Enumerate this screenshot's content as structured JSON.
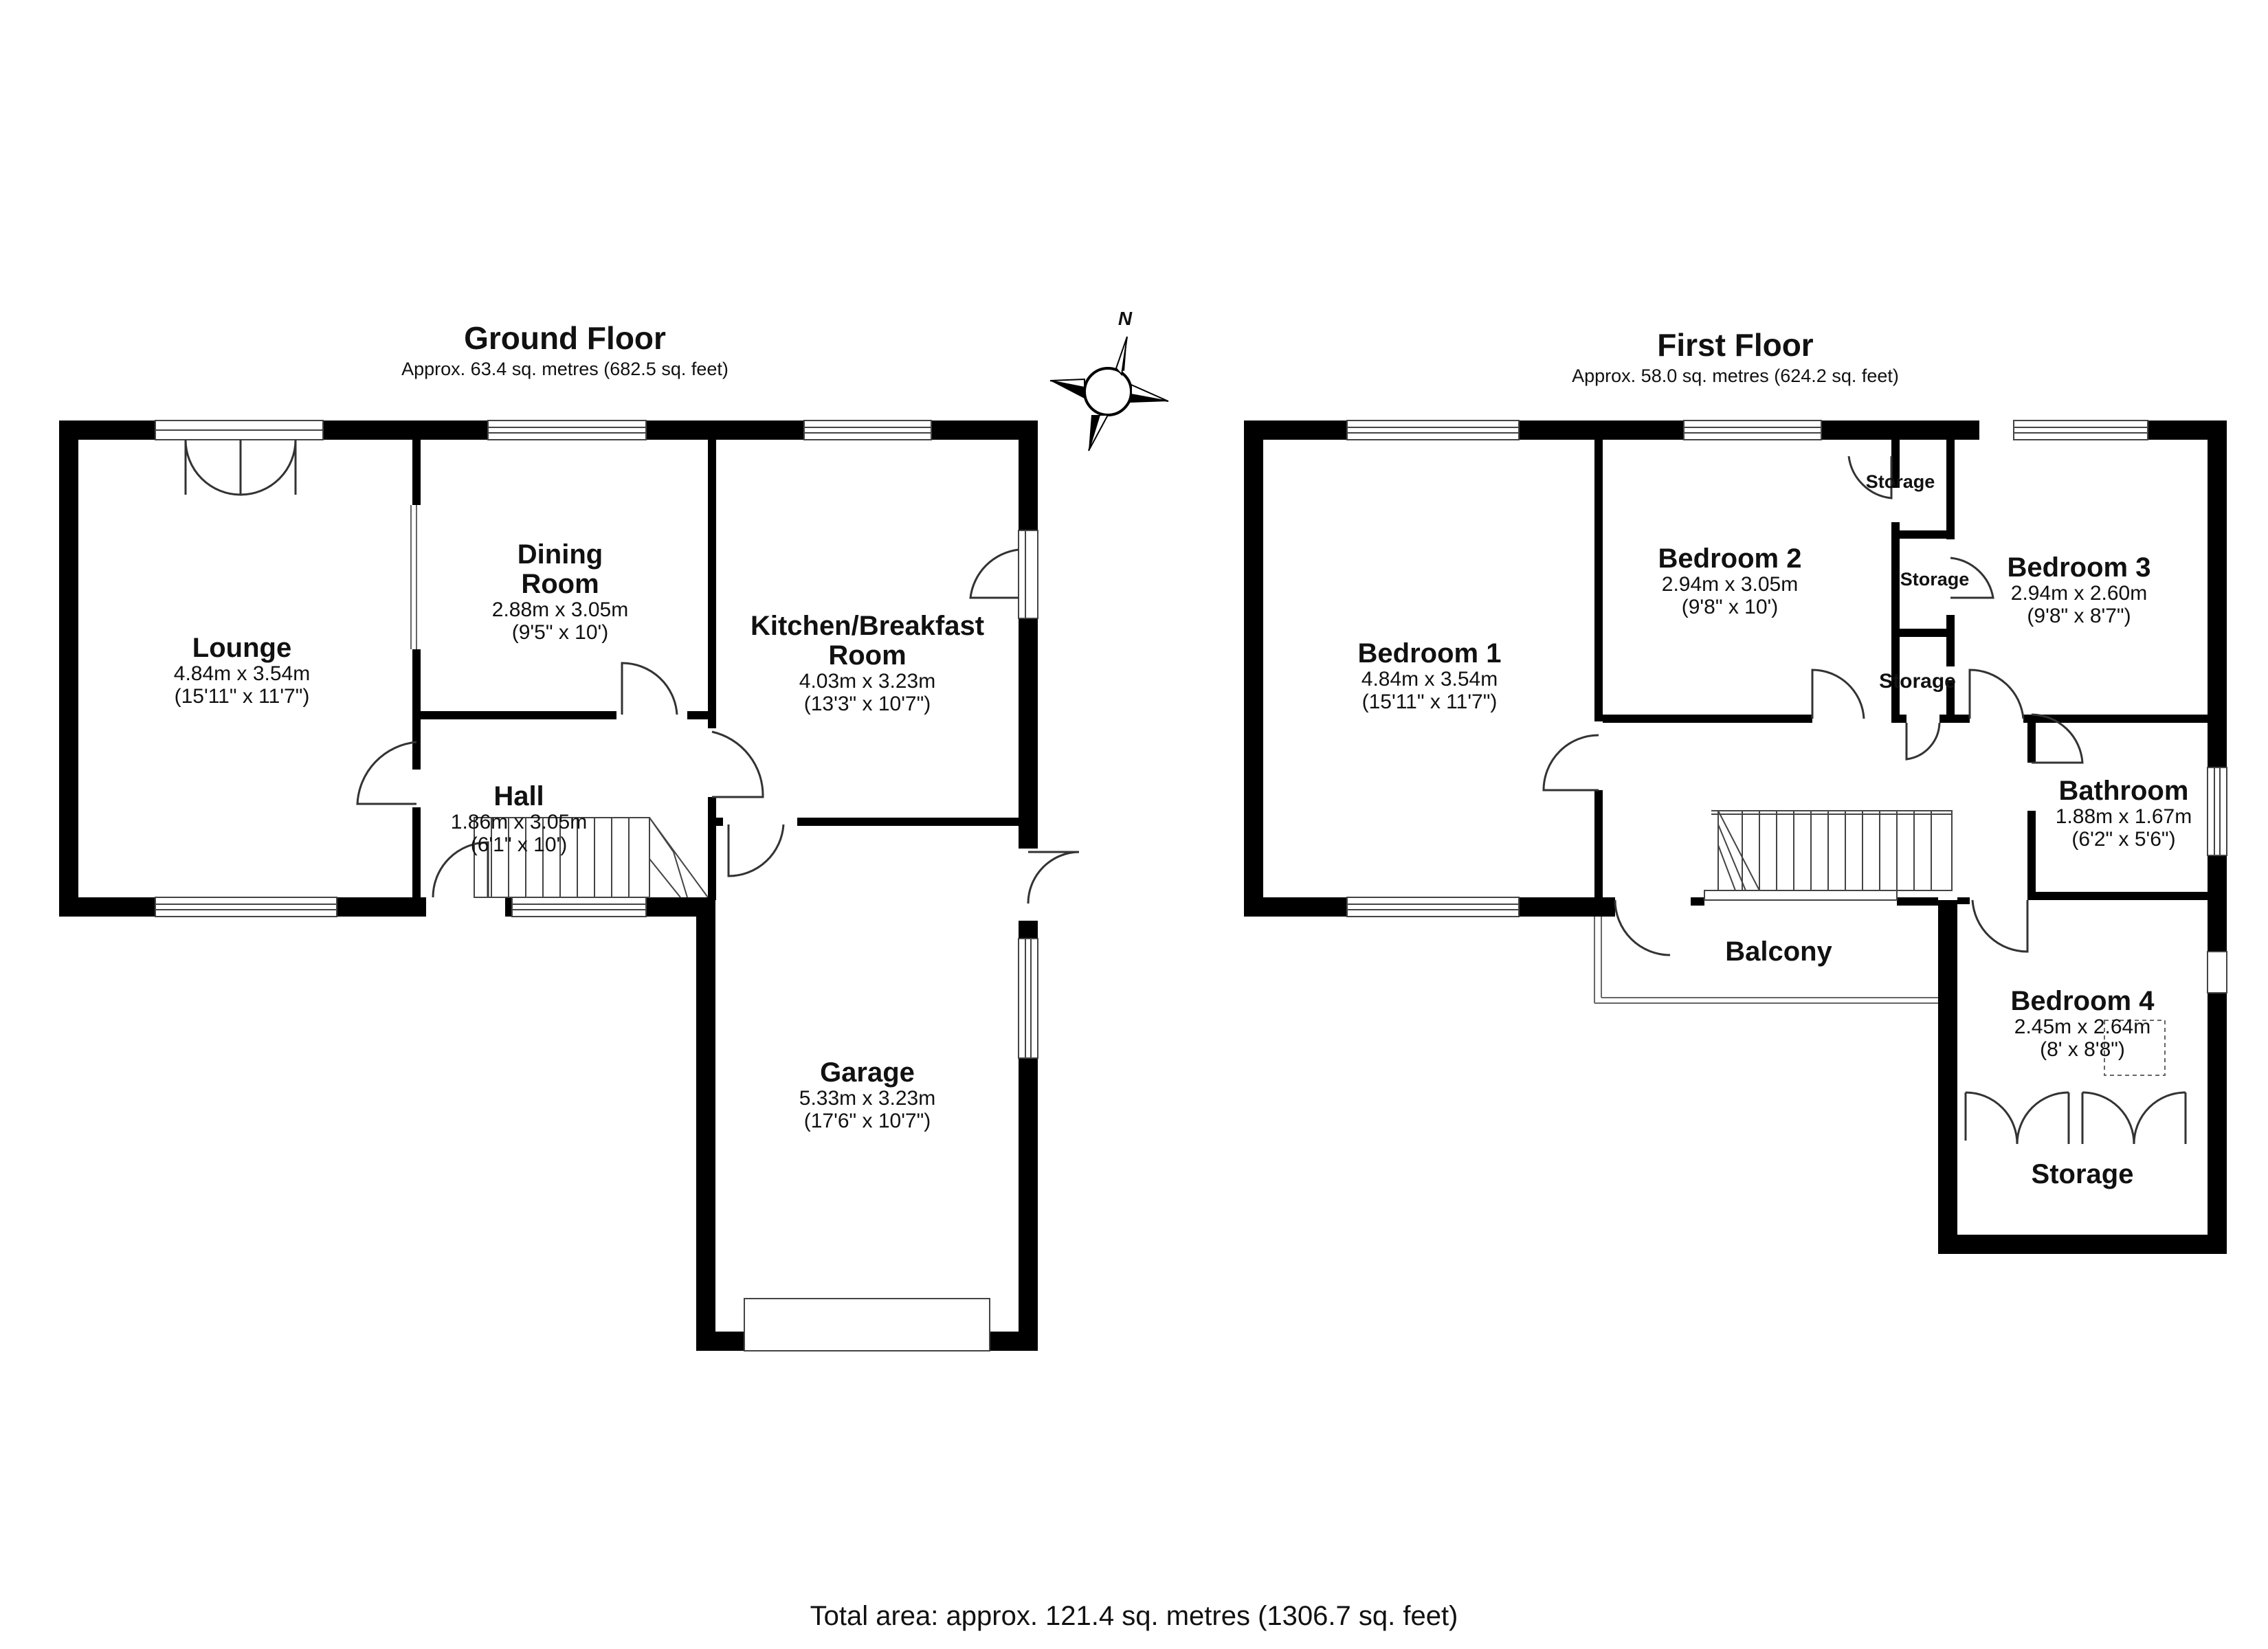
{
  "ground_floor": {
    "title": "Ground Floor",
    "area": "Approx. 63.4 sq. metres (682.5 sq. feet)",
    "rooms": {
      "lounge": {
        "name": "Lounge",
        "metric": "4.84m x 3.54m",
        "imperial": "(15'11\" x 11'7\")"
      },
      "dining": {
        "name_line1": "Dining",
        "name_line2": "Room",
        "metric": "2.88m x 3.05m",
        "imperial": "(9'5\" x 10')"
      },
      "kitchen": {
        "name_line1": "Kitchen/Breakfast",
        "name_line2": "Room",
        "metric": "4.03m x 3.23m",
        "imperial": "(13'3\" x 10'7\")"
      },
      "hall": {
        "name": "Hall",
        "metric": "1.86m x 3.05m",
        "imperial": "(6'1\" x 10')"
      },
      "garage": {
        "name": "Garage",
        "metric": "5.33m x 3.23m",
        "imperial": "(17'6\" x 10'7\")"
      }
    }
  },
  "first_floor": {
    "title": "First Floor",
    "area": "Approx. 58.0 sq. metres (624.2 sq. feet)",
    "rooms": {
      "bedroom1": {
        "name": "Bedroom 1",
        "metric": "4.84m x 3.54m",
        "imperial": "(15'11\" x 11'7\")"
      },
      "bedroom2": {
        "name": "Bedroom 2",
        "metric": "2.94m x 3.05m",
        "imperial": "(9'8\" x 10')"
      },
      "bedroom3": {
        "name": "Bedroom 3",
        "metric": "2.94m x 2.60m",
        "imperial": "(9'8\" x 8'7\")"
      },
      "bathroom": {
        "name": "Bathroom",
        "metric": "1.88m x 1.67m",
        "imperial": "(6'2\" x 5'6\")"
      },
      "bedroom4": {
        "name": "Bedroom 4",
        "metric": "2.45m x 2.64m",
        "imperial": "(8' x 8'8\")"
      },
      "balcony": {
        "name": "Balcony"
      },
      "storage_top": {
        "name": "Storage"
      },
      "storage_mid": {
        "name": "Storage"
      },
      "storage_landing": {
        "name": "Storage"
      },
      "storage_bed4": {
        "name": "Storage"
      }
    }
  },
  "compass": {
    "label": "N",
    "icon": "compass-icon"
  },
  "total_area": "Total area: approx. 121.4 sq. metres (1306.7 sq. feet)",
  "colors": {
    "wall": "#000000",
    "background": "#ffffff",
    "line": "#555555"
  }
}
